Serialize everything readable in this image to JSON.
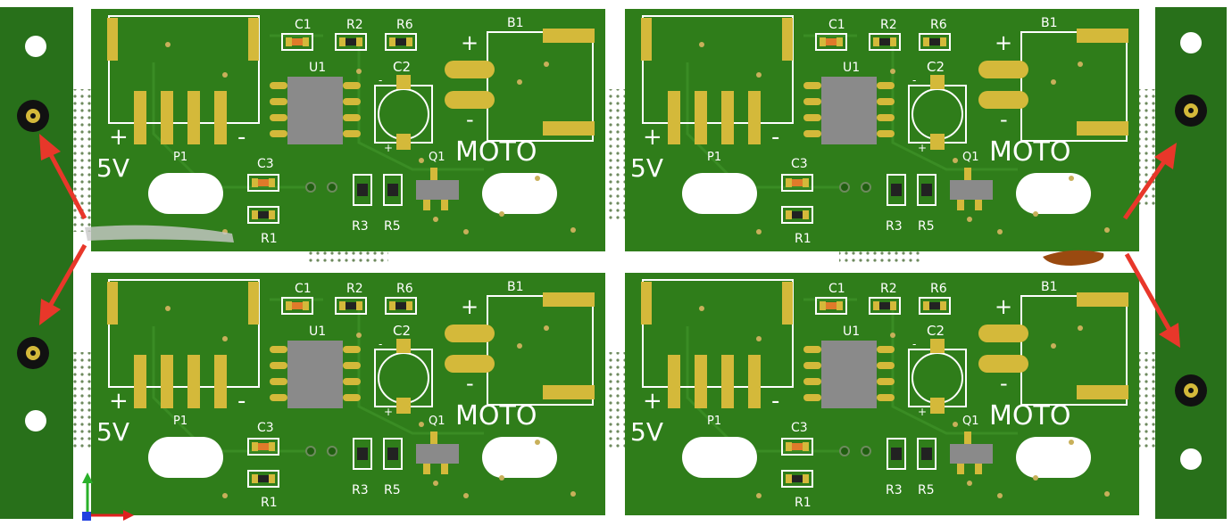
{
  "colors": {
    "board": "#2f7d1a",
    "board_dark": "#1f5e10",
    "rail": "#28701a",
    "pad": "#d4b93a",
    "silk": "#ffffff",
    "chip": "#8a8a8a",
    "arrow": "#e8372a",
    "cap_orange": "#e07a2a"
  },
  "board_labels": {
    "c1": "C1",
    "r2": "R2",
    "r6": "R6",
    "b1": "B1",
    "u1": "U1",
    "c2": "C2",
    "plus": "+",
    "minus": "-",
    "moto": "MOTO",
    "p1": "P1",
    "five_v": "5V",
    "c3": "C3",
    "q1": "Q1",
    "r1": "R1",
    "r3": "R3",
    "r5": "R5",
    "plus_small": "+"
  },
  "icons": {
    "arrow": "arrow-icon",
    "axis": "axis-icon"
  }
}
